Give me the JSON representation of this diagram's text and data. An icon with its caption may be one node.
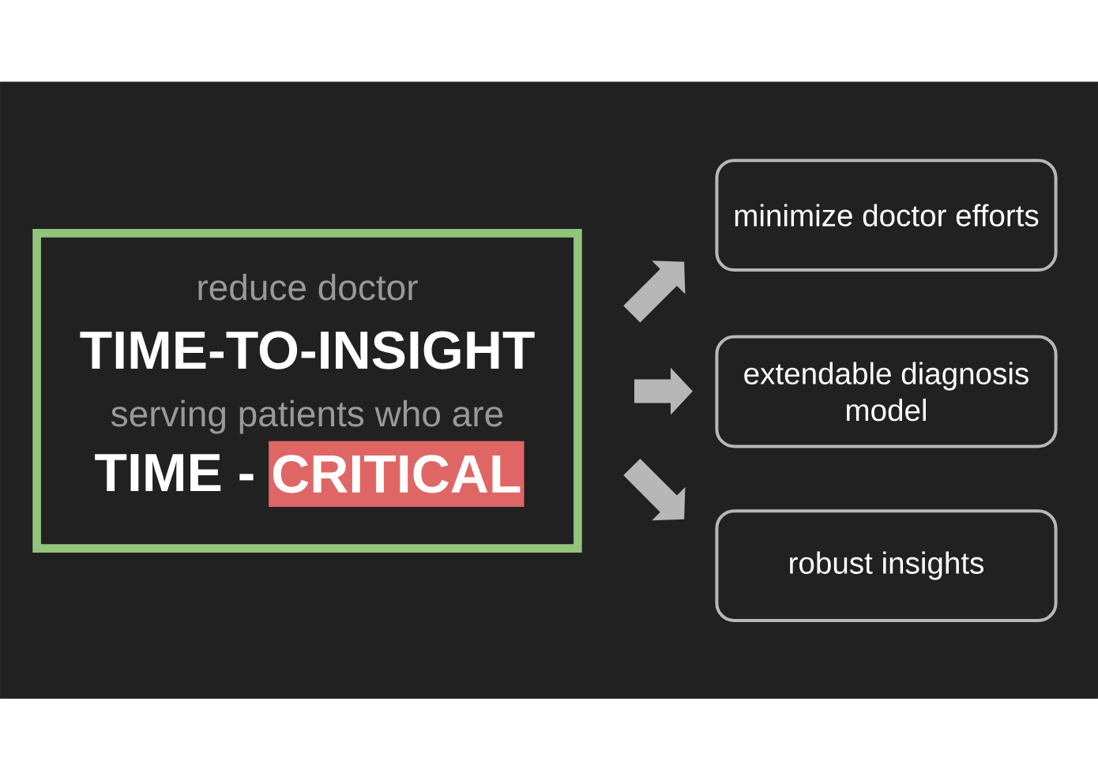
{
  "diagram": {
    "nodes": [
      {
        "text": [
          "reduce doctor",
          "TIME-TO-INSIGHT",
          "serving patients who are",
          "TIME -"
        ]
      },
      {
        "text": [
          "CRITICAL"
        ],
        "in": 0
      },
      {
        "text": [
          "minimize doctor efforts"
        ]
      },
      {
        "text": [
          "extendable diagnosis model"
        ]
      },
      {
        "text": [
          "robust insights"
        ]
      }
    ],
    "edges": [
      {
        "from": 0,
        "to": 2,
        "arrow": "to"
      },
      {
        "from": 0,
        "to": 3,
        "arrow": "to"
      },
      {
        "from": 0,
        "to": 4,
        "arrow": "to"
      }
    ]
  }
}
